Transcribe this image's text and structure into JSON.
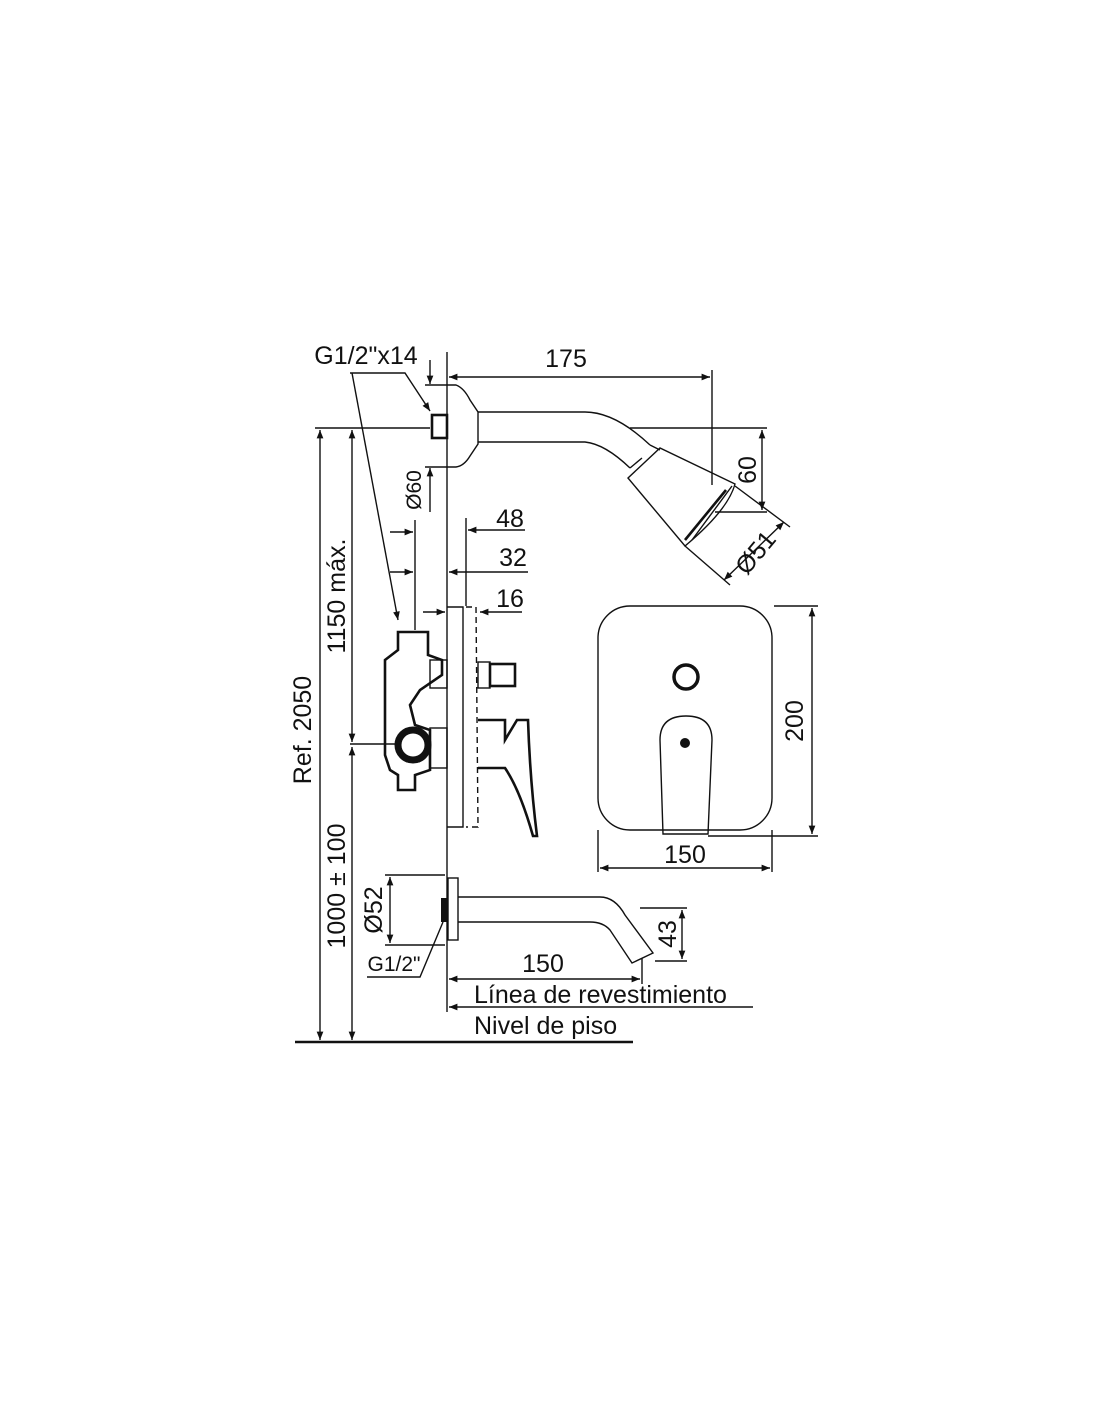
{
  "labels": {
    "thread_top": "G1/2\"x14",
    "dim_arm_length": "175",
    "dim_head_height": "60",
    "dim_head_diameter": "Ø51",
    "dim_flange_diameter": "Ø60",
    "dim_48": "48",
    "dim_32": "32",
    "dim_16": "16",
    "dim_plate_height": "200",
    "dim_plate_width": "150",
    "dim_total_height": "Ref. 2050",
    "dim_mixer_height": "1150 máx.",
    "dim_spout_height": "1000 ± 100",
    "dim_spout_flange": "Ø52",
    "thread_spout": "G1/2\"",
    "dim_spout_drop": "43",
    "dim_spout_length": "150",
    "finish_line": "Línea de revestimiento",
    "floor_level": "Nivel de piso"
  }
}
